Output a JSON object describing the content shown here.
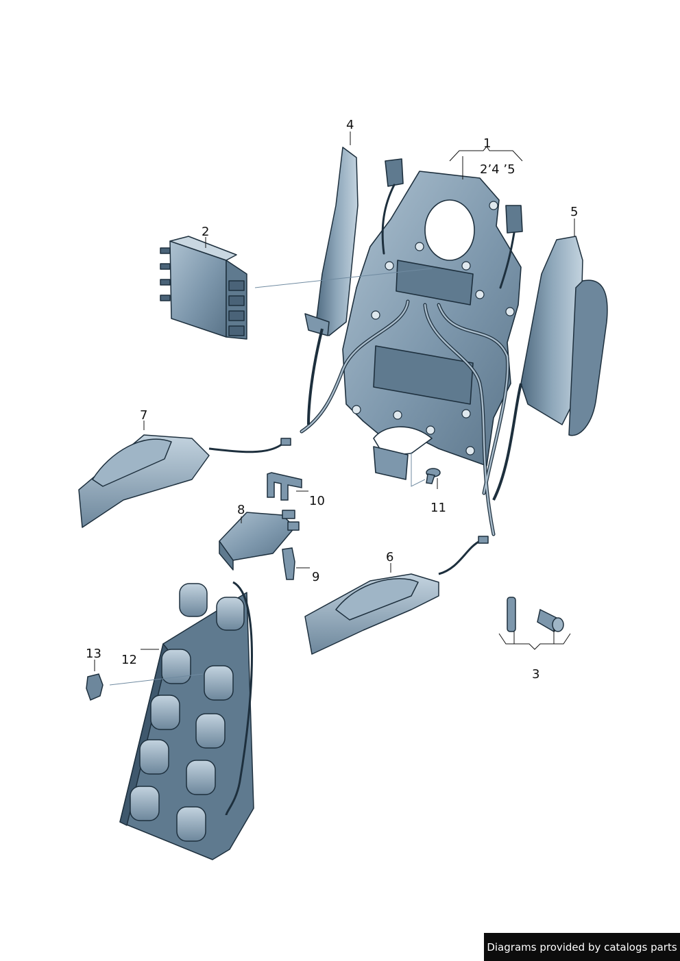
{
  "callouts": {
    "c1": "1",
    "c1_sub": "2’4 ’5",
    "c2": "2",
    "c3": "3",
    "c4": "4",
    "c5": "5",
    "c6": "6",
    "c7": "7",
    "c8": "8",
    "c9": "9",
    "c10": "10",
    "c11": "11",
    "c12": "12",
    "c13": "13"
  },
  "credit": "Diagrams provided by catalogs parts",
  "colors": {
    "part_fill": "#7d97ac",
    "part_light": "#b3c6d4",
    "part_dark": "#4f6a80",
    "outline": "#1d2f3d",
    "leader": "#111111"
  }
}
